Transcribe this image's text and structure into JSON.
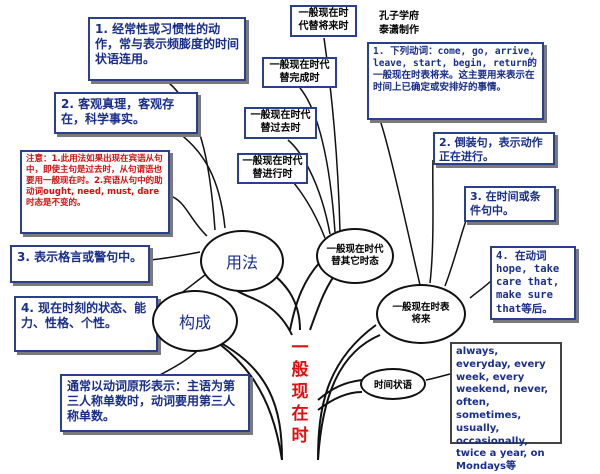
{
  "center_title": "一般现在时",
  "credit": {
    "line1": "孔子学府",
    "line2": "泰潇制作"
  },
  "nodes": {
    "usage": "用法",
    "form": "构成",
    "replace_other": "一般现在时代替其它时态",
    "future": "一般现在时表将来",
    "time_adverbial": "时间状语"
  },
  "usage_points": {
    "habit": "1. 经常性或习惯性的动作，常与表示频膨度的时间状语连用。",
    "truth": "2. 客观真理，客观存在，科学事实。",
    "note": "注意：1.此用法如果出现在宾语从句中，即使主句是过去时，从句谓语也要用一般现在时。2.宾语从句中的助动词ought, need, must, dare 时态是不变的。",
    "proverb": "3. 表示格言或警句中。",
    "state": "4. 现在时刻的状态、能力、性格、个性。"
  },
  "form_text": "通常以动词原形表示：主语为第三人称单数时，动词要用第三人称单数。",
  "replacements": {
    "future": "一般现在时代替将来时",
    "perfect": "一般现在时代替完成时",
    "past": "一般现在时代替过去时",
    "progressive": "一般现在时代替进行时"
  },
  "future_points": {
    "verbs": "1. 下列动词：come, go, arrive, leave, start, begin, return的一般现在时表将来。这主要用来表示在时间上已确定或安排好的事情。",
    "inversion": "2. 倒装句，表示动作正在进行。",
    "clauses": "3. 在时间或条件句中。",
    "hope": "4. 在动词hope, take care that, make sure that等后。"
  },
  "time_words": "always, everyday, every week, every weekend, never, often, sometimes, usually, occasionally, twice a year, on Mondays等"
}
